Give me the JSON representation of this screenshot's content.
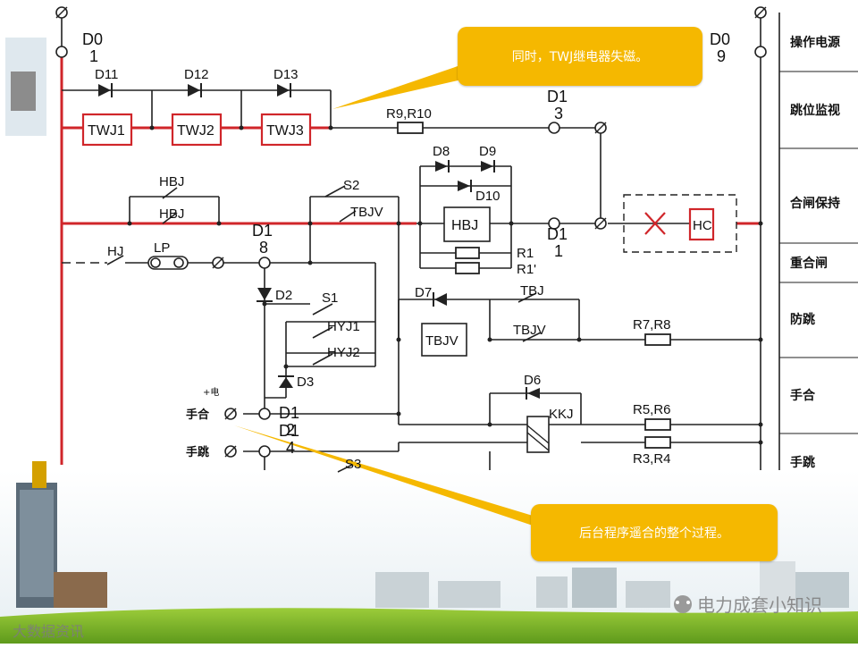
{
  "callouts": {
    "top": "同时，TWJ继电器失磁。",
    "bottom": "后台程序遥合的整个过程。"
  },
  "terminals": {
    "d0_1": "D0\n1",
    "d0_9": "D0\n9",
    "d1_3": "D1\n3",
    "d1_1": "D1\n1",
    "d1_8": "D1\n8",
    "d1_2": "D1\n2",
    "d1_4": "D1\n4"
  },
  "components": {
    "d11": "D11",
    "d12": "D12",
    "d13": "D13",
    "twj1": "TWJ1",
    "twj2": "TWJ2",
    "twj3": "TWJ3",
    "r9r10": "R9,R10",
    "d8": "D8",
    "d9": "D9",
    "d10": "D10",
    "hbj_box": "HBJ",
    "r1": "R1",
    "r1p": "R1'",
    "hbj_upper": "HBJ",
    "hbj_lower": "HBJ",
    "s2": "S2",
    "tbjv_contact": "TBJV",
    "hj": "HJ",
    "lp": "LP",
    "hc": "HC",
    "d2": "D2",
    "s1": "S1",
    "hyj1": "HYJ1",
    "hyj2": "HYJ2",
    "d3": "D3",
    "d7": "D7",
    "tbj": "TBJ",
    "tbjv_box": "TBJV",
    "tbjv_lower": "TBJV",
    "r7r8": "R7,R8",
    "d6": "D6",
    "kkj": "KKJ",
    "r5r6": "R5,R6",
    "r3r4": "R3,R4",
    "s3": "S3",
    "shouhe": "手合",
    "shoutiao": "手跳",
    "plus_dian": "+电"
  },
  "sections": [
    "操作电源",
    "跳位监视",
    "合闸保持",
    "重合闸",
    "防跳",
    "手合",
    "手跳"
  ],
  "watermark": "电力成套小知识",
  "corner_logo": "大数据资讯",
  "colors": {
    "callout": "#f5b800",
    "highlight": "#d0262a",
    "wire": "#222222"
  }
}
